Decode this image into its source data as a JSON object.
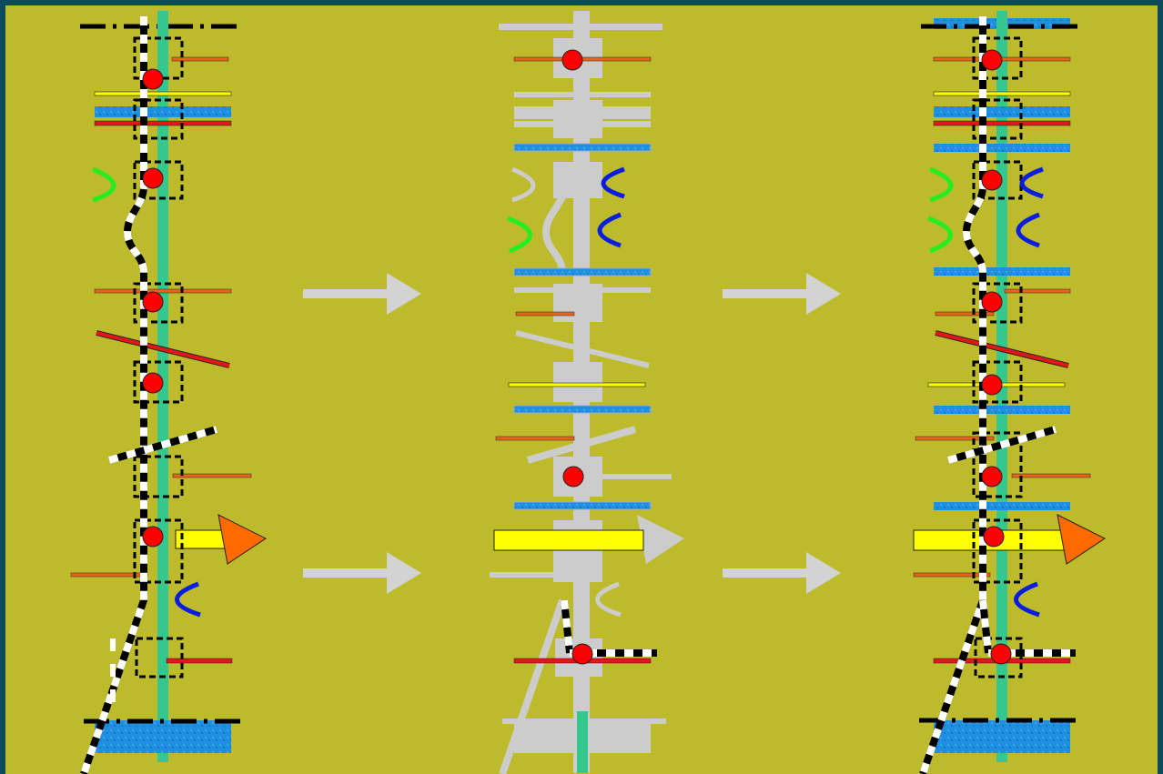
{
  "colors": {
    "frame": "#0e4a5e",
    "background": "#bdba2c",
    "axis_green": "#35c88e",
    "ghost_gray": "#cccccc",
    "marker_red": "#ff0000",
    "bar_orange": "#e9641a",
    "bar_red": "#e21717",
    "bar_yellow": "#ffff00",
    "bar_blue": "#1f8fe0",
    "arc_green": "#22ee22",
    "arc_blue": "#0a1ee0",
    "arrow_gray": "#d3d3d3",
    "arrow_orange": "#ff6a00"
  },
  "panels": [
    {
      "id": "before",
      "style": "original"
    },
    {
      "id": "changes",
      "style": "overlay-ghost"
    },
    {
      "id": "after",
      "style": "combined"
    }
  ],
  "arrows": [
    {
      "id": "arrow-1",
      "direction": "right",
      "icon": "right-arrow-icon"
    },
    {
      "id": "arrow-2",
      "direction": "right",
      "icon": "right-arrow-icon"
    },
    {
      "id": "arrow-3",
      "direction": "right",
      "icon": "right-arrow-icon"
    },
    {
      "id": "arrow-4",
      "direction": "right",
      "icon": "right-arrow-icon"
    }
  ]
}
